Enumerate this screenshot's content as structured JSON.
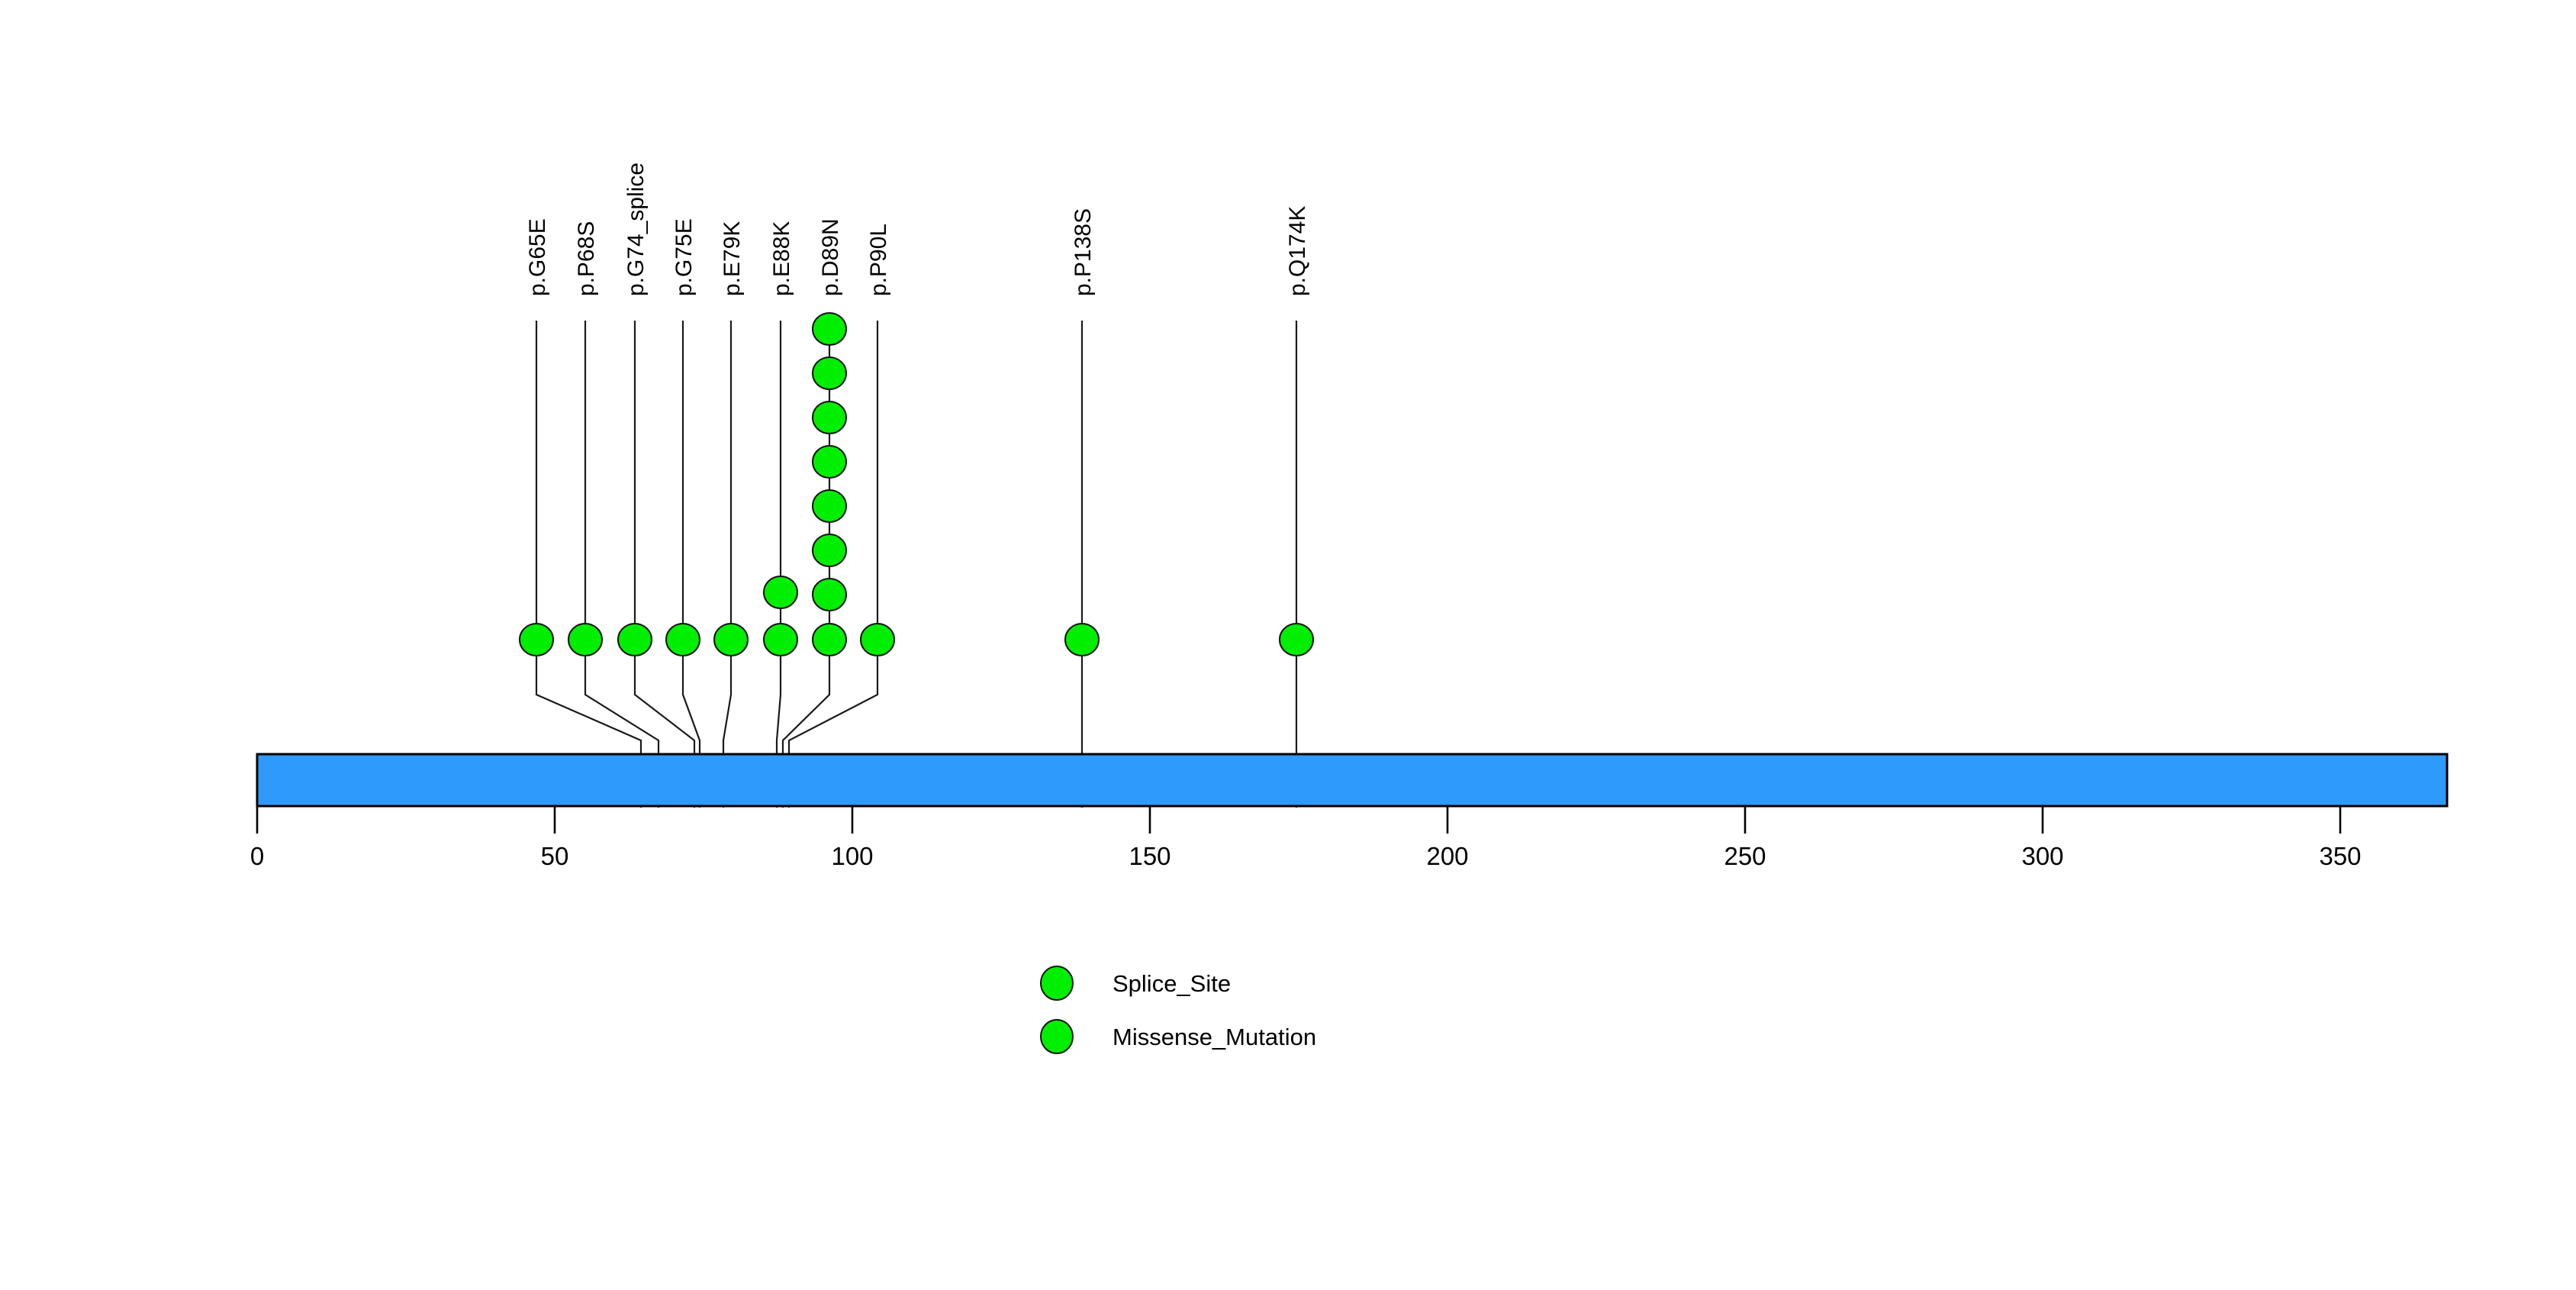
{
  "chart_data": {
    "type": "lollipop",
    "title": "",
    "xlabel": "",
    "ylabel": "",
    "xlim": [
      0,
      368
    ],
    "protein_length": 368,
    "axis_ticks": [
      0,
      50,
      100,
      150,
      200,
      250,
      300,
      350
    ],
    "grid": false,
    "colors": {
      "protein_bar": "#2E9AFB",
      "mutation_marker": "#00EE00",
      "marker_outline": "#111111",
      "stem": "#1a1a1a",
      "text": "#000000",
      "background": "#FFFFFF"
    },
    "mutations": [
      {
        "label": "p.G65E",
        "position": 65,
        "count": 1,
        "type": "Missense_Mutation"
      },
      {
        "label": "p.P68S",
        "position": 68,
        "count": 1,
        "type": "Missense_Mutation"
      },
      {
        "label": "p.G74_splice",
        "position": 74,
        "count": 1,
        "type": "Splice_Site"
      },
      {
        "label": "p.G75E",
        "position": 75,
        "count": 1,
        "type": "Missense_Mutation"
      },
      {
        "label": "p.E79K",
        "position": 79,
        "count": 1,
        "type": "Missense_Mutation"
      },
      {
        "label": "p.E88K",
        "position": 88,
        "count": 2,
        "type": "Missense_Mutation"
      },
      {
        "label": "p.D89N",
        "position": 89,
        "count": 8,
        "type": "Missense_Mutation"
      },
      {
        "label": "p.P90L",
        "position": 90,
        "count": 1,
        "type": "Missense_Mutation"
      },
      {
        "label": "p.P138S",
        "position": 138,
        "count": 1,
        "type": "Missense_Mutation"
      },
      {
        "label": "p.Q174K",
        "position": 174,
        "count": 1,
        "type": "Missense_Mutation"
      }
    ],
    "legend": {
      "position": "bottom-center",
      "entries": [
        {
          "label": "Splice_Site",
          "color": "#00EE00"
        },
        {
          "label": "Missense_Mutation",
          "color": "#00EE00"
        }
      ]
    }
  },
  "labels": {
    "m0": "p.G65E",
    "m1": "p.P68S",
    "m2": "p.G74_splice",
    "m3": "p.G75E",
    "m4": "p.E79K",
    "m5": "p.E88K",
    "m6": "p.D89N",
    "m7": "p.P90L",
    "m8": "p.P138S",
    "m9": "p.Q174K"
  },
  "axis": {
    "t0": "0",
    "t1": "50",
    "t2": "100",
    "t3": "150",
    "t4": "200",
    "t5": "250",
    "t6": "300",
    "t7": "350"
  },
  "legend": {
    "e0": "Splice_Site",
    "e1": "Missense_Mutation"
  }
}
